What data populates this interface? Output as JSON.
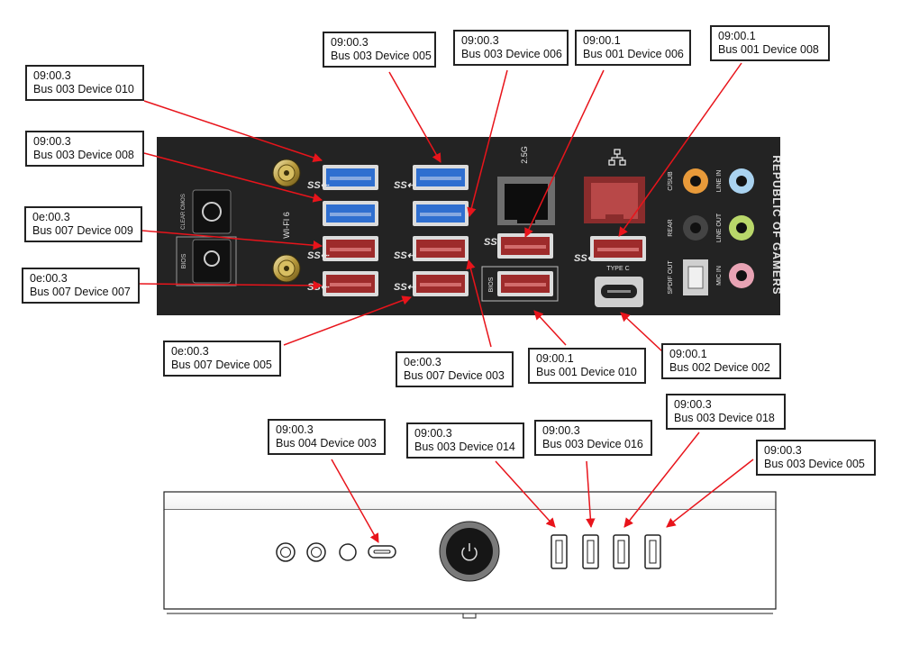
{
  "colors": {
    "panel": "#232323",
    "usb_blue": "#2f6fd0",
    "usb_red": "#9e2b2b",
    "leader": "#e8141b",
    "audio_orange": "#e89a3a",
    "audio_blue": "#a9d2ef",
    "audio_green": "#b9d76a",
    "audio_pink": "#e8a3b4"
  },
  "panel": {
    "brand": "REPUBLIC OF GAMERS",
    "wifi_label": "WI-FI 6",
    "clear_cmos_label": "CLEAR CMOS",
    "bios_button_label": "BIOS",
    "bios_port_label": "BIOS",
    "lan_2_5g_label": "2.5G",
    "type_c_label": "TYPE C",
    "audio_labels": [
      "C/SUB",
      "LINE IN",
      "REAR",
      "LINE OUT",
      "SPDIF OUT",
      "MIC IN"
    ]
  },
  "icons": [
    "wifi-antenna-icon",
    "usb-ss-icon",
    "usb-ss10-icon",
    "network-icon",
    "power-icon",
    "refresh-icon"
  ],
  "callouts": [
    {
      "id": "c1",
      "line1": "09:00.3",
      "line2": "Bus 003 Device 005"
    },
    {
      "id": "c2",
      "line1": "09:00.3",
      "line2": "Bus 003 Device 006"
    },
    {
      "id": "c3",
      "line1": "09:00.1",
      "line2": "Bus 001 Device 006"
    },
    {
      "id": "c4",
      "line1": "09:00.1",
      "line2": "Bus 001 Device 008"
    },
    {
      "id": "c5",
      "line1": "09:00.3",
      "line2": "Bus 003 Device 010"
    },
    {
      "id": "c6",
      "line1": "09:00.3",
      "line2": "Bus 003 Device 008"
    },
    {
      "id": "c7",
      "line1": "0e:00.3",
      "line2": "Bus 007 Device 009"
    },
    {
      "id": "c8",
      "line1": "0e:00.3",
      "line2": "Bus 007 Device 007"
    },
    {
      "id": "c9",
      "line1": "0e:00.3",
      "line2": "Bus 007 Device 005"
    },
    {
      "id": "c10",
      "line1": "0e:00.3",
      "line2": "Bus 007 Device 003"
    },
    {
      "id": "c11",
      "line1": "09:00.1",
      "line2": "Bus 001 Device 010"
    },
    {
      "id": "c12",
      "line1": "09:00.1",
      "line2": "Bus 002 Device 002"
    },
    {
      "id": "c13",
      "line1": "09:00.3",
      "line2": "Bus 004 Device 003"
    },
    {
      "id": "c14",
      "line1": "09:00.3",
      "line2": "Bus 003 Device 014"
    },
    {
      "id": "c15",
      "line1": "09:00.3",
      "line2": "Bus 003 Device 016"
    },
    {
      "id": "c16",
      "line1": "09:00.3",
      "line2": "Bus 003 Device 018"
    },
    {
      "id": "c17",
      "line1": "09:00.3",
      "line2": "Bus 003 Device 005"
    }
  ]
}
